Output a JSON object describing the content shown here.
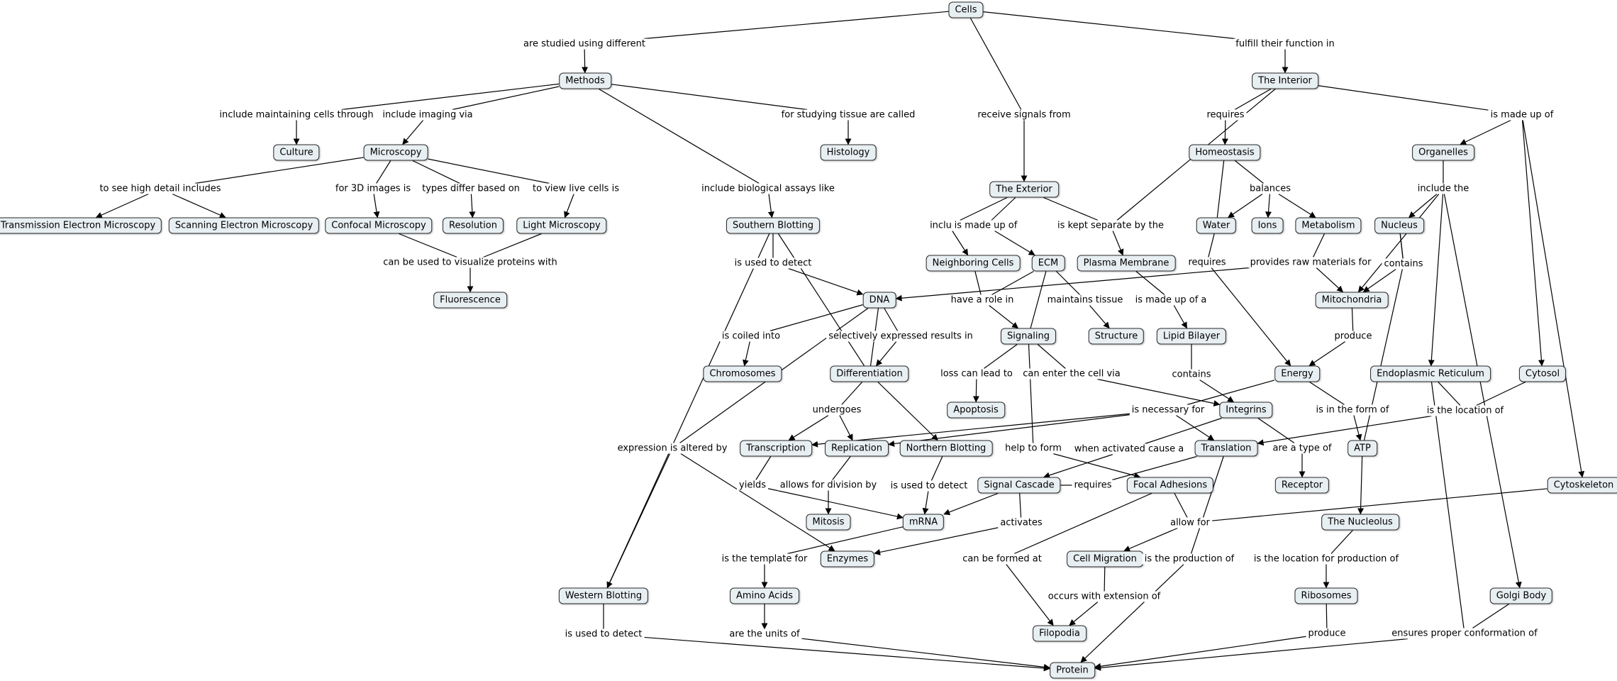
{
  "concepts": {
    "cells": "Cells",
    "methods": "Methods",
    "the_interior": "The Interior",
    "culture": "Culture",
    "microscopy": "Microscopy",
    "histology": "Histology",
    "the_exterior": "The Exterior",
    "homeostasis": "Homeostasis",
    "organelles": "Organelles",
    "tem": "Transmission Electron Microscopy",
    "sem": "Scanning Electron Microscopy",
    "confocal": "Confocal Microscopy",
    "resolution": "Resolution",
    "light_microscopy": "Light Microscopy",
    "southern_blotting": "Southern Blotting",
    "water": "Water",
    "ions": "Ions",
    "metabolism": "Metabolism",
    "nucleus": "Nucleus",
    "neighboring_cells": "Neighboring Cells",
    "ecm": "ECM",
    "plasma_membrane": "Plasma Membrane",
    "fluorescence": "Fluorescence",
    "dna": "DNA",
    "mitochondria": "Mitochondria",
    "signaling": "Signaling",
    "structure": "Structure",
    "lipid_bilayer": "Lipid Bilayer",
    "chromosomes": "Chromosomes",
    "differentiation": "Differentiation",
    "energy": "Energy",
    "endoplasmic_reticulum": "Endoplasmic Reticulum",
    "cytosol": "Cytosol",
    "apoptosis": "Apoptosis",
    "integrins": "Integrins",
    "transcription": "Transcription",
    "replication": "Replication",
    "northern_blotting": "Northern Blotting",
    "translation": "Translation",
    "atp": "ATP",
    "signal_cascade": "Signal Cascade",
    "focal_adhesions": "Focal Adhesions",
    "receptor": "Receptor",
    "cytoskeleton": "Cytoskeleton",
    "mitosis": "Mitosis",
    "mrna": "mRNA",
    "the_nucleolus": "The Nucleolus",
    "enzymes": "Enzymes",
    "cell_migration": "Cell Migration",
    "western_blotting": "Western Blotting",
    "amino_acids": "Amino Acids",
    "ribosomes": "Ribosomes",
    "golgi_body": "Golgi Body",
    "filopodia": "Filopodia",
    "protein": "Protein"
  },
  "linking_phrases": {
    "studied_using": "are studied using different",
    "fulfill_function": "fulfill their function in",
    "include_culture": "include maintaining cells through",
    "include_imaging": "include imaging via",
    "for_tissue": "for studying tissue are called",
    "receive_signals": "receive signals from",
    "requires_homeostasis": "requires",
    "made_up_of_interior": "is made up of",
    "high_detail": "to see high detail includes",
    "for_3d": "for 3D images is",
    "differ_based": "types differ based on",
    "view_live": "to view live cells is",
    "bio_assays": "include biological assays like",
    "includes_ext": "includes",
    "made_up_of_ext": "is made up of",
    "kept_separate": "is kept separate by the",
    "balances": "balances",
    "include_the": "include the",
    "visualize_proteins": "can be used to visualize proteins with",
    "used_to_detect_southern": "is used to detect",
    "requires_water": "requires",
    "raw_materials": "provides raw materials for",
    "contains_nucleus": "contains",
    "role_in": "have a role in",
    "maintains_tissue": "maintains tissue",
    "made_up_of_a": "is made up of a",
    "coiled_into": "is coiled into",
    "selectively_expressed": "selectively expressed results in",
    "produce_energy": "produce",
    "loss_lead_to": "loss can lead to",
    "enter_via": "can enter the cell via",
    "contains_lipid": "contains",
    "undergoes": "undergoes",
    "necessary_for": "is necessary for",
    "in_form_of": "is in the form of",
    "location_of": "is the location of",
    "expression_altered": "expression is altered by",
    "help_to_form": "help to form",
    "when_activated": "when activated cause a",
    "type_of": "are a type of",
    "yields": "yields",
    "division_by": "allows for division by",
    "used_to_detect_northern": "is used to detect",
    "requires_signal": "requires",
    "activates": "activates",
    "allow_for": "allow for",
    "template_for": "is the template for",
    "formed_at": "can be formed at",
    "production_of_translation": "is the production of",
    "location_production": "is the location for production of",
    "extension_of": "occurs with extension of",
    "used_to_detect_western": "is used to detect",
    "units_of": "are the units of",
    "produce_protein": "produce",
    "proper_conformation": "ensures proper conformation of"
  },
  "colors": {
    "node_fill": "#e8eff2",
    "node_border": "#2a2a2a",
    "edge": "#000000"
  }
}
